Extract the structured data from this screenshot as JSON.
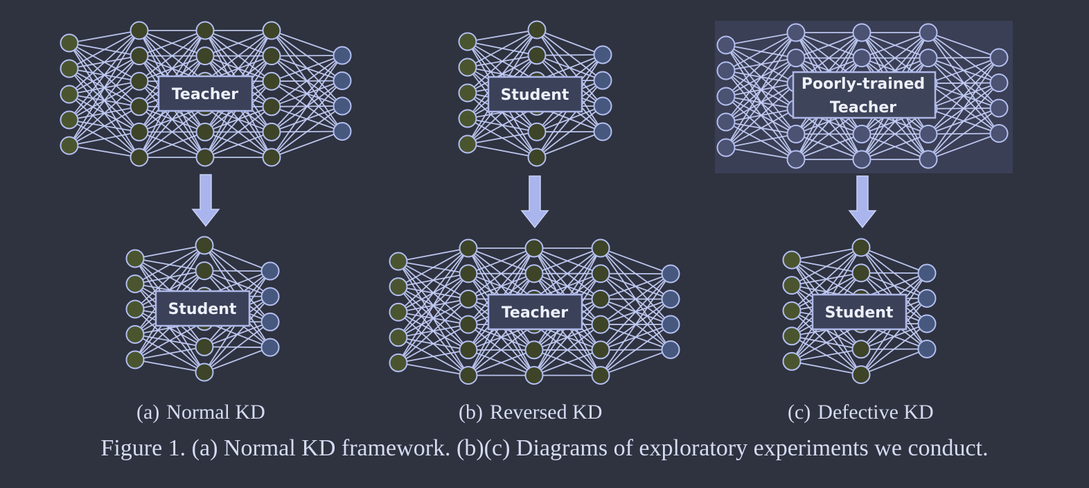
{
  "panels": [
    {
      "id": "a",
      "top_label": "Teacher",
      "bottom_label": "Student",
      "subcaption_tag": "(a)",
      "subcaption_text": "Normal KD",
      "top_size": "large",
      "bottom_size": "small",
      "top_highlighted": false
    },
    {
      "id": "b",
      "top_label": "Student",
      "bottom_label": "Teacher",
      "subcaption_tag": "(b)",
      "subcaption_text": "Reversed KD",
      "top_size": "small",
      "bottom_size": "large",
      "top_highlighted": false
    },
    {
      "id": "c",
      "top_label": "Poorly-trained Teacher",
      "top_label_lines": [
        "Poorly-trained",
        "Teacher"
      ],
      "bottom_label": "Student",
      "subcaption_tag": "(c)",
      "subcaption_text": "Defective KD",
      "top_size": "large",
      "bottom_size": "small",
      "top_highlighted": true
    }
  ],
  "caption": "Figure 1. (a) Normal KD framework. (b)(c) Diagrams of exploratory experiments we conduct.",
  "colors": {
    "background": "#2f3340",
    "edge": "#c3ccf5",
    "node_stroke": "#b4bff0",
    "node_fill_green": "#3d4428",
    "node_fill_input_green": "#4a5530",
    "node_fill_output_blue": "#47587e",
    "node_fill_poor": "#4b5272",
    "arrow": "#a9b5ec",
    "highlight_panel": "#3a3f55"
  }
}
